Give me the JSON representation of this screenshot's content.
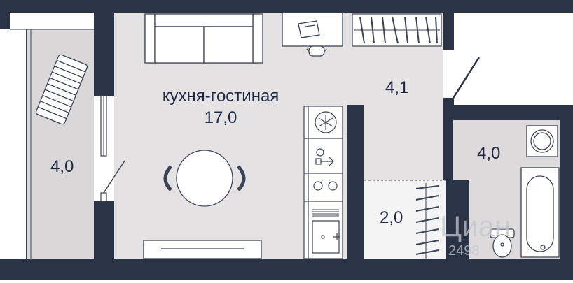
{
  "colors": {
    "wall": "#2b3447",
    "floor_main": "#e4e2e3",
    "floor_balcony": "#d9d7d8",
    "floor_bath": "#dcdadb",
    "floor_closet": "#f4f4f4",
    "furniture_line": "#3c4458",
    "furniture_fill": "#ffffff",
    "label": "#1f2a44"
  },
  "rooms": {
    "living": {
      "name": "кухня-гостиная",
      "area": "17,0"
    },
    "hallway": {
      "area": "4,1"
    },
    "balcony": {
      "area": "4,0"
    },
    "bathroom": {
      "area": "4,0"
    },
    "closet": {
      "area": "2,0"
    }
  },
  "icons": {
    "sofa": "sofa-icon",
    "desk": "desk-with-laptop-icon",
    "chair": "office-chair-icon",
    "wardrobe": "wardrobe-icon",
    "dining": "dining-table-icon",
    "fridge": "refrigerator-icon",
    "oven": "oven-icon",
    "hob": "hob-icon",
    "sink": "kitchen-sink-icon",
    "tv": "tv-stand-icon",
    "lounger": "sun-lounger-icon",
    "washer": "washing-machine-icon",
    "bathtub": "bathtub-icon",
    "toilet": "toilet-icon"
  },
  "watermark": {
    "brand": "Циан",
    "digits": "2498"
  }
}
